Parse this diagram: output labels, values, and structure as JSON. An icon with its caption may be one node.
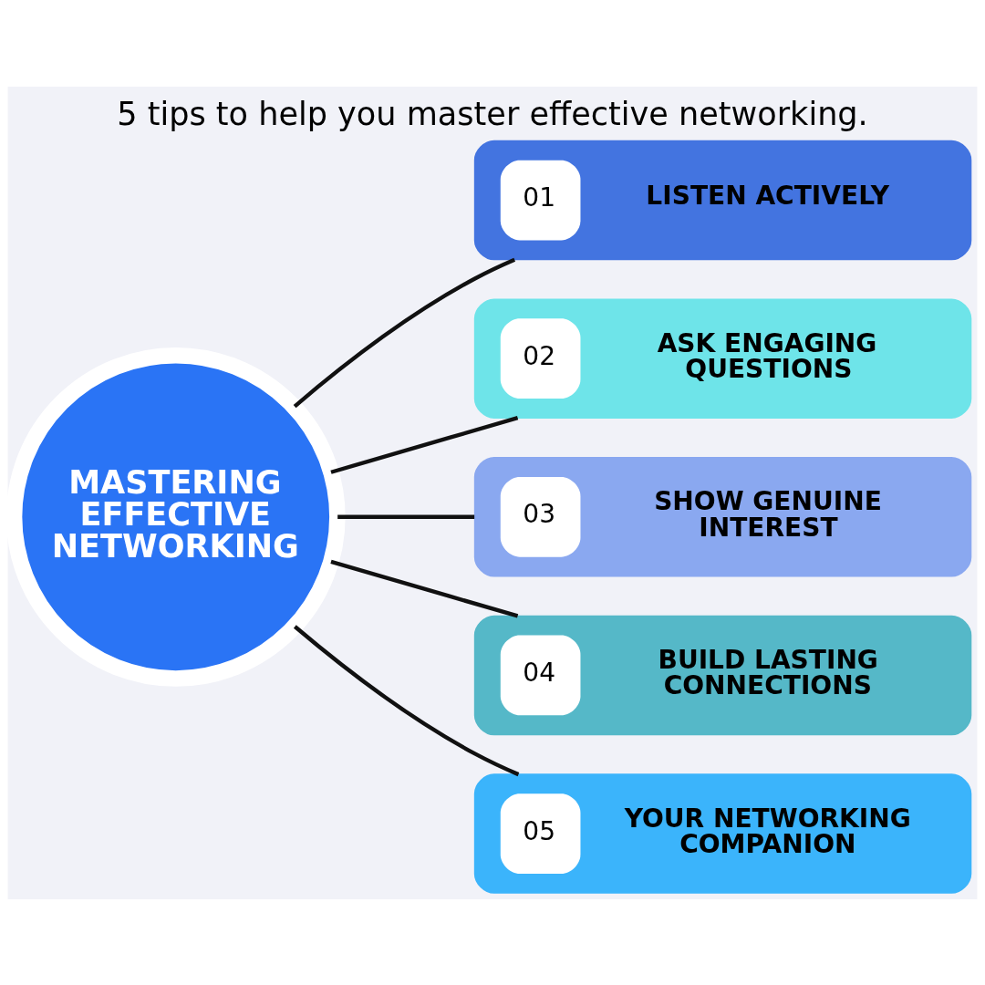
{
  "diagram": {
    "title": "5 tips to help you master effective networking.",
    "nodes": [
      {
        "text": [
          "MASTERING EFFECTIVE NETWORKING"
        ]
      },
      {
        "text": [
          "01",
          "LISTEN ACTIVELY"
        ]
      },
      {
        "text": [
          "02",
          "ASK ENGAGING QUESTIONS"
        ]
      },
      {
        "text": [
          "03",
          "SHOW GENUINE INTEREST"
        ]
      },
      {
        "text": [
          "04",
          "BUILD LASTING CONNECTIONS"
        ]
      },
      {
        "text": [
          "05",
          "YOUR NETWORKING COMPANION"
        ]
      }
    ],
    "edges": [
      {
        "from": 0,
        "to": 1,
        "arrow": "none"
      },
      {
        "from": 0,
        "to": 2,
        "arrow": "none"
      },
      {
        "from": 0,
        "to": 3,
        "arrow": "none"
      },
      {
        "from": 0,
        "to": 4,
        "arrow": "none"
      },
      {
        "from": 0,
        "to": 5,
        "arrow": "none"
      }
    ]
  }
}
